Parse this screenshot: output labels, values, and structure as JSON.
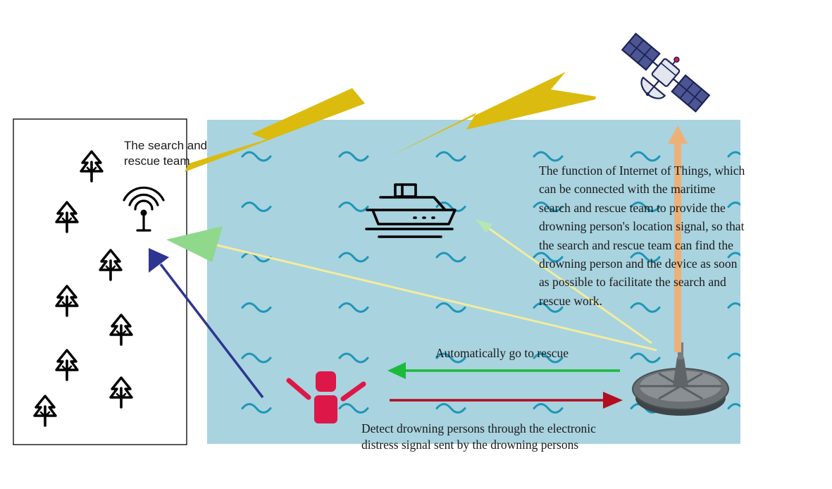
{
  "labels": {
    "team": "The search and\nrescue team",
    "iot": "The function of Internet of Things, which\ncan be connected with the maritime\nsearch and rescue team to provide the\ndrowning person's location signal, so that\nthe search and rescue team can find the\ndrowning person and the device as soon\nas possible to facilitate the search and\nrescue work.",
    "rescue": "Automatically go to rescue",
    "detect": "Detect drowning persons through the electronic\ndistress signal sent by the drowning persons"
  },
  "colors": {
    "sea": "#a9d3df",
    "wave": "#1d97b7",
    "lightning": "#dbbb0d",
    "arrow_green": "#1cba3a",
    "arrow_red": "#b30d1f",
    "arrow_navy": "#2d3591",
    "arrow_light_green": "#8fd88c",
    "line_yellow": "#f3ec9e",
    "arrow_orange": "#edb178",
    "person": "#dd1747",
    "buoy": "#5f6468"
  },
  "icons": {
    "satellite": "satellite-icon",
    "ship": "ship-icon",
    "antenna": "antenna-icon",
    "tree": "tree-icon",
    "person": "drowning-person-icon",
    "buoy": "rescue-buoy-icon"
  }
}
